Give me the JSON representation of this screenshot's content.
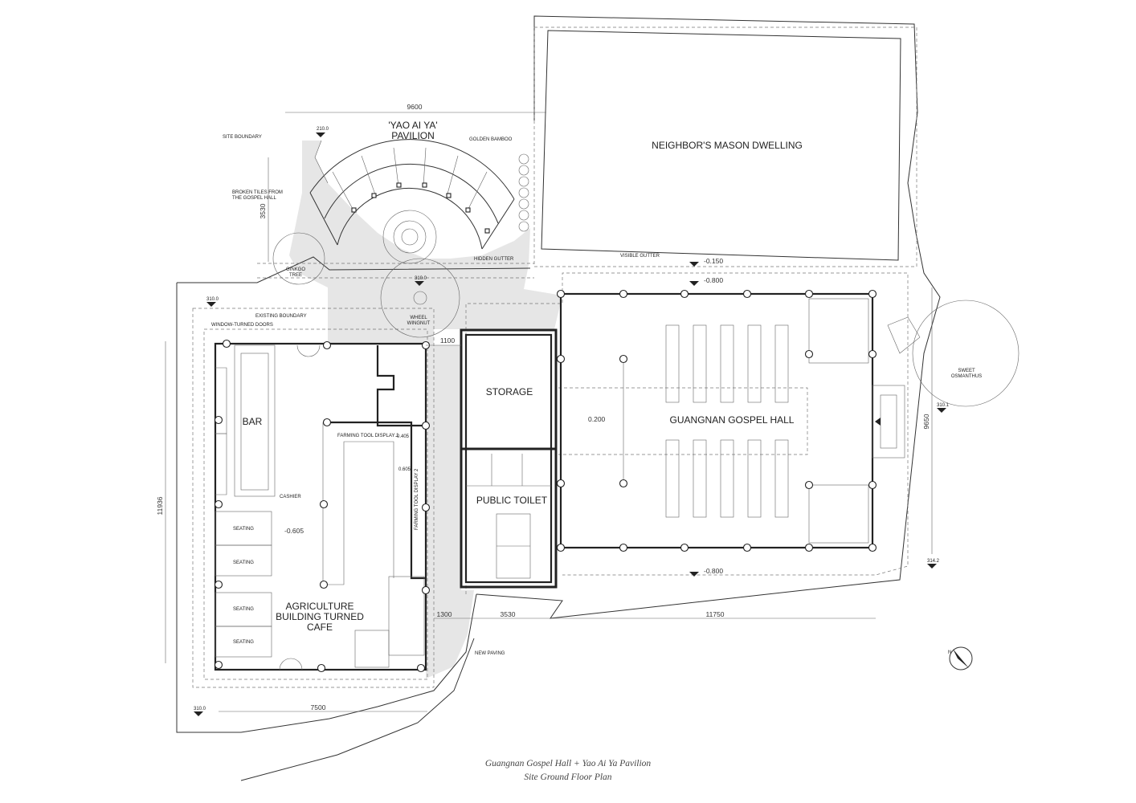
{
  "caption": {
    "line1": "Guangnan Gospel Hall + Yao Ai Ya Pavilion",
    "line2": "Site Ground Floor Plan"
  },
  "rooms": {
    "pavilion_line1": "'YAO AI YA'",
    "pavilion_line2": "PAVILION",
    "neighbor": "NEIGHBOR'S MASON DWELLING",
    "storage": "STORAGE",
    "public_toilet": "PUBLIC TOILET",
    "gospel_hall": "GUANGNAN GOSPEL HALL",
    "bar": "BAR",
    "cafe_line1": "AGRICULTURE",
    "cafe_line2": "BUILDING TURNED",
    "cafe_line3": "CAFE"
  },
  "annotations": {
    "site_boundary": "SITE BOUNDARY",
    "golden_bamboo": "GOLDEN BAMBOO",
    "broken_tiles_1": "BROKEN TILES FROM",
    "broken_tiles_2": "THE GOSPEL HALL",
    "ginkgo_1": "GINKGO",
    "ginkgo_2": "TREE",
    "hidden_gutter": "HIDDEN GUTTER",
    "visible_gutter": "VISIBLE GUTTER",
    "wheel_1": "WHEEL",
    "wheel_2": "WINGNUT",
    "existing_boundary": "EXISTING BOUNDARY",
    "window_doors": "WINDOW-TURNED DOORS",
    "farming_display_1": "FARMING TOOL DISPLAY 1",
    "farming_display_2": "FARMING TOOL DISPLAY 2",
    "cashier": "CASHIER",
    "seating_1": "SEATING",
    "seating_2": "SEATING",
    "seating_3": "SEATING",
    "seating_4": "SEATING",
    "new_paving": "NEW PAVING",
    "sweet_osmanthus_1": "SWEET",
    "sweet_osmanthus_2": "OSMANTHUS"
  },
  "levels": {
    "l1": "210.0",
    "l2": "310.0",
    "l3": "310.0",
    "l4": "310.0",
    "l5": "-0.150",
    "l6": "-0.800",
    "l7": "-0.800",
    "l8": "0.200",
    "l9": "-0.605",
    "l10": "-0.405",
    "l11": "0.605",
    "l12": "310.1",
    "l13": "314.2"
  },
  "dimensions": {
    "d9600": "9600",
    "d3530v": "3530",
    "d1100": "1100",
    "d1300": "1300",
    "d3530h": "3530",
    "d11750": "11750",
    "d7500": "7500",
    "d11936": "11936",
    "d9650": "9650"
  },
  "colors": {
    "paving": "#e6e6e6",
    "lines": "#333333",
    "text": "#222222"
  },
  "icons": {
    "north_arrow": "north-arrow-icon"
  }
}
